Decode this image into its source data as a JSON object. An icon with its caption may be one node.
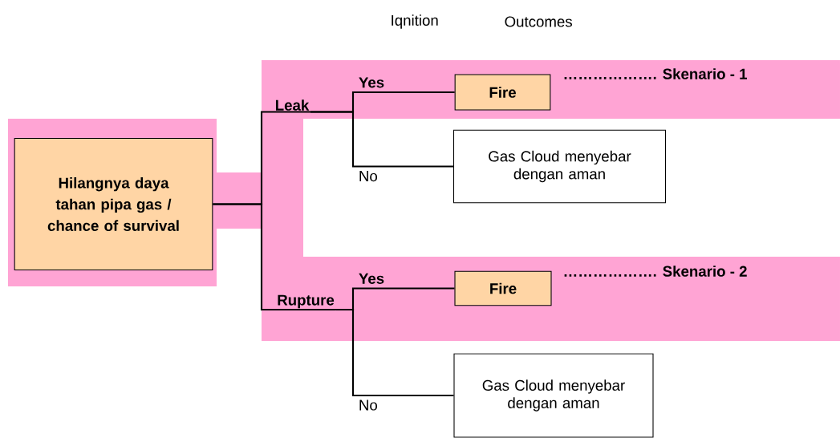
{
  "diagram": {
    "nodes": [
      {
        "text": [
          "Hilangnya daya tahan pipa gas / chance of survival"
        ]
      },
      {
        "text": [
          "Leak"
        ]
      },
      {
        "text": [
          "Fire"
        ]
      },
      {
        "text": [
          "Gas Cloud menyebar dengan aman"
        ]
      },
      {
        "text": [
          "Rupture"
        ]
      },
      {
        "text": [
          "Fire"
        ]
      },
      {
        "text": [
          "Gas Cloud menyebar dengan aman"
        ]
      }
    ],
    "edges": [
      {
        "from": 0,
        "to": 1,
        "arrow": "none"
      },
      {
        "from": 1,
        "to": 2,
        "arrow": "none",
        "label": "Yes"
      },
      {
        "from": 1,
        "to": 3,
        "arrow": "none",
        "label": "No"
      },
      {
        "from": 0,
        "to": 4,
        "arrow": "none"
      },
      {
        "from": 4,
        "to": 5,
        "arrow": "none",
        "label": "Yes"
      },
      {
        "from": 4,
        "to": 6,
        "arrow": "none",
        "label": "No"
      }
    ],
    "labels": [
      "Iqnition",
      "Outcomes",
      "………………. Skenario - 1",
      "………………. Skenario - 2"
    ]
  }
}
